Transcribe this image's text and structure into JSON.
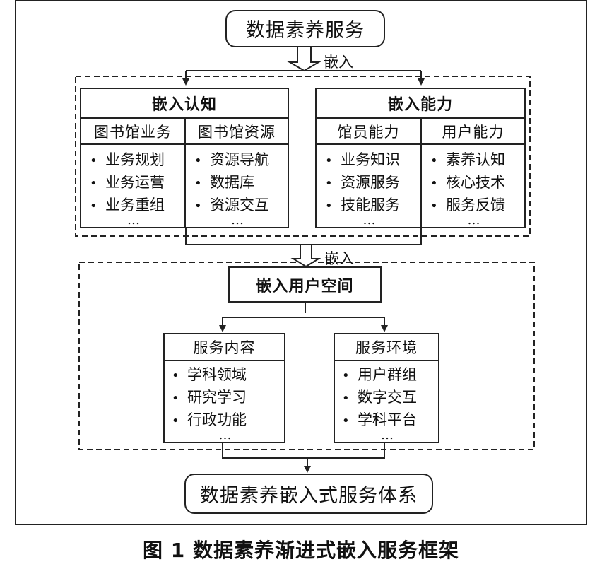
{
  "top": {
    "title": "数据素养服务"
  },
  "embed_labels": [
    "嵌入",
    "嵌入"
  ],
  "cognition": {
    "header": "嵌入认知",
    "columns": [
      {
        "title": "图书馆业务",
        "items": [
          "业务规划",
          "业务运营",
          "业务重组"
        ],
        "more": "…"
      },
      {
        "title": "图书馆资源",
        "items": [
          "资源导航",
          "数据库",
          "资源交互"
        ],
        "more": "…"
      }
    ]
  },
  "ability": {
    "header": "嵌入能力",
    "columns": [
      {
        "title": "馆员能力",
        "items": [
          "业务知识",
          "资源服务",
          "技能服务"
        ],
        "more": "…"
      },
      {
        "title": "用户能力",
        "items": [
          "素养认知",
          "核心技术",
          "服务反馈"
        ],
        "more": "…"
      }
    ]
  },
  "user_space": {
    "title": "嵌入用户空间",
    "boxes": [
      {
        "title": "服务内容",
        "items": [
          "学科领域",
          "研究学习",
          "行政功能"
        ],
        "more": "…"
      },
      {
        "title": "服务环境",
        "items": [
          "用户群组",
          "数字交互",
          "学科平台"
        ],
        "more": "…"
      }
    ]
  },
  "bottom": {
    "title": "数据素养嵌入式服务体系"
  },
  "caption": "图 1 数据素养渐进式嵌入服务框架"
}
